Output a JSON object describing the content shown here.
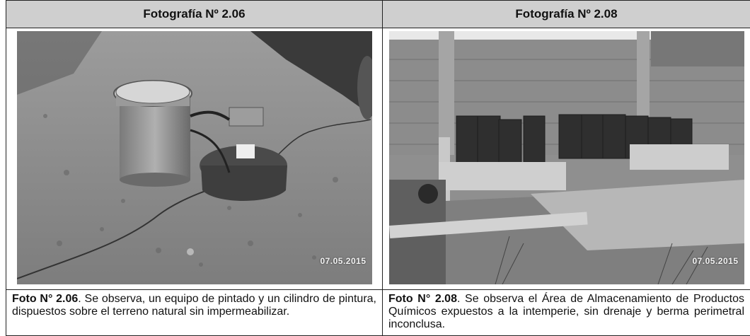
{
  "left": {
    "title": "Fotografía Nº 2.06",
    "caption_bold": "Foto N° 2.06",
    "caption_text": ". Se observa, un equipo de pintado y un cilindro de pintura, dispuestos sobre el terreno natural sin impermeabilizar.",
    "stamp": "07.05.2015"
  },
  "right": {
    "title": "Fotografía Nº 2.08",
    "caption_bold": "Foto N° 2.08",
    "caption_text": ". Se observa el Área de Almacenamiento de Productos Químicos expuestos a la intemperie, sin drenaje y berma perimetral inconclusa.",
    "stamp": "07.05.2015"
  },
  "colors": {
    "header_bg": "#cfcfcf",
    "border": "#222222"
  }
}
